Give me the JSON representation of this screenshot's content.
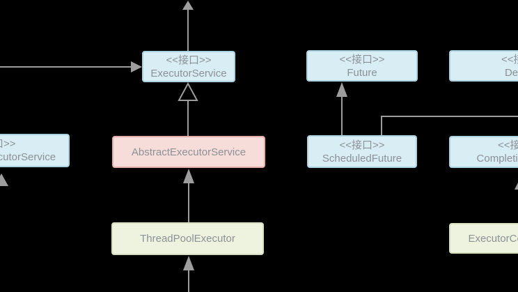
{
  "colors": {
    "background": "#000000",
    "line": "#9d9d9d",
    "text": "#8b9196",
    "interface_fill": "#d9edf5",
    "interface_border": "#abd3df",
    "abstract_fill": "#f7ddda",
    "abstract_border": "#e3aca6",
    "class_fill": "#eef3df",
    "class_border": "#d7e0bf"
  },
  "nodes": {
    "executor_service": {
      "stereotype": "<<接口>>",
      "name": "ExecutorService"
    },
    "future": {
      "stereotype": "<<接口>>",
      "name": "Future"
    },
    "delayed": {
      "stereotype": "<<接口>>",
      "name": "Delayed"
    },
    "scheduled_executor_service": {
      "stereotype": "<<接口>>",
      "name": "ScheduledExecutorService"
    },
    "abstract_executor_service": {
      "name": "AbstractExecutorService"
    },
    "scheduled_future": {
      "stereotype": "<<接口>>",
      "name": "ScheduledFuture"
    },
    "completion_service": {
      "stereotype": "<<接口>>",
      "name": "CompletionService"
    },
    "thread_pool_executor": {
      "name": "ThreadPoolExecutor"
    },
    "executor_completion_service": {
      "name": "ExecutorCompletionService"
    }
  },
  "edges": [
    {
      "from": "offscreen-left",
      "to": "executor_service",
      "style": "filled-arrow"
    },
    {
      "from": "executor_service",
      "to": "offscreen-top",
      "style": "filled-arrow"
    },
    {
      "from": "abstract_executor_service",
      "to": "executor_service",
      "style": "hollow-triangle"
    },
    {
      "from": "thread_pool_executor",
      "to": "abstract_executor_service",
      "style": "filled-arrow"
    },
    {
      "from": "offscreen-bottom",
      "to": "thread_pool_executor",
      "style": "filled-arrow"
    },
    {
      "from": "scheduled_future",
      "to": "future",
      "style": "filled-arrow"
    },
    {
      "from": "scheduled_future",
      "to": "offscreen-right",
      "style": "elbow-line"
    },
    {
      "from": "offscreen-bottom-left",
      "to": "scheduled_executor_service",
      "style": "filled-arrow"
    },
    {
      "from": "offscreen-right",
      "to": "completion_service",
      "style": "filled-arrow"
    }
  ]
}
